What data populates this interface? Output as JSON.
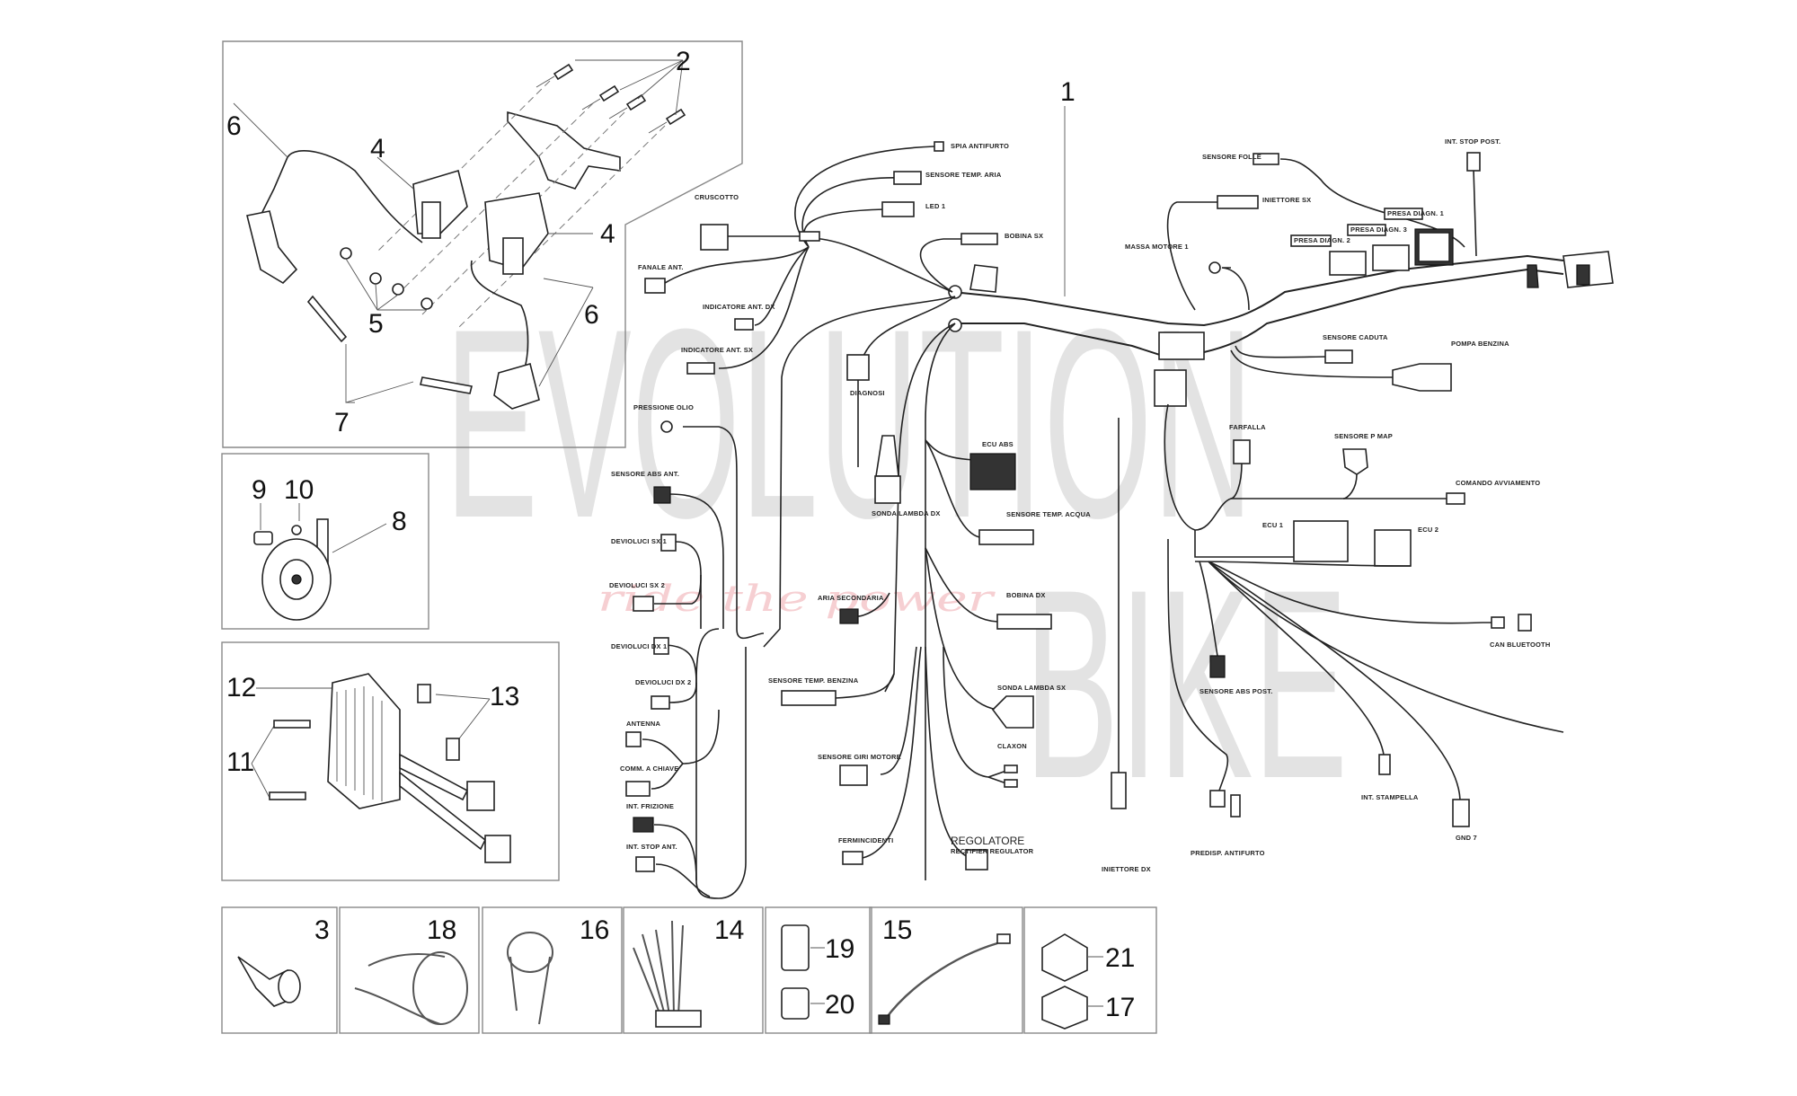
{
  "watermark": {
    "brand_line1": "EVOLUTION",
    "brand_line2": "BIKE",
    "tagline": "ride the power",
    "colors": {
      "brand": "#e3e3e3",
      "tagline": "#f6cfd2"
    }
  },
  "callouts": {
    "c1": "1",
    "c2": "2",
    "c3": "3",
    "c4a": "4",
    "c4b": "4",
    "c5": "5",
    "c6a": "6",
    "c6b": "6",
    "c7": "7",
    "c8": "8",
    "c9": "9",
    "c10": "10",
    "c11": "11",
    "c12": "12",
    "c13": "13",
    "c14": "14",
    "c15": "15",
    "c16": "16",
    "c17": "17",
    "c18": "18",
    "c19": "19",
    "c20": "20",
    "c21": "21"
  },
  "connector_labels": {
    "spia_antifurto": "SPIA ANTIFURTO",
    "sensore_temp_aria": "SENSORE TEMP. ARIA",
    "led_1": "LED 1",
    "bobina_sx": "BOBINA SX",
    "cruscotto": "CRUSCOTTO",
    "fanale_ant": "FANALE ANT.",
    "indicatore_ant_dx": "INDICATORE ANT. DX",
    "indicatore_ant_sx": "INDICATORE ANT. SX",
    "pressione_olio": "PRESSIONE OLIO",
    "sensore_abs_ant": "SENSORE ABS ANT.",
    "devioluci_sx_1": "DEVIOLUCI SX 1",
    "devioluci_sx_2": "DEVIOLUCI SX 2",
    "devioluci_dx_1": "DEVIOLUCI DX 1",
    "devioluci_dx_2": "DEVIOLUCI DX 2",
    "antenna": "ANTENNA",
    "comm_a_chiave": "COMM. A CHIAVE",
    "int_frizione": "INT. FRIZIONE",
    "int_stop_ant": "INT. STOP ANT.",
    "diagnosi": "DIAGNOSI",
    "sonda_lambda_dx": "SONDA LAMBDA DX",
    "ecu_abs": "ECU ABS",
    "sensore_temp_acqua": "SENSORE TEMP. ACQUA",
    "aria_secondaria": "ARIA SECONDARIA",
    "bobina_dx": "BOBINA DX",
    "sensore_temp_benzina": "SENSORE TEMP. BENZINA",
    "sonda_lambda_sx": "SONDA LAMBDA SX",
    "sensore_giri_motore": "SENSORE GIRI MOTORE",
    "claxon": "CLAXON",
    "ferminciden": "FERMINCIDENTI",
    "regolatore": "REGOLATORE",
    "regolatore_sub": "RECTIFIER REGULATOR",
    "sensore_folle": "SENSORE FOLLE",
    "iniettore_sx": "INIETTORE SX",
    "massa_motore_1": "MASSA MOTORE 1",
    "fusibili_2": "PRESA DIAGN. 2",
    "fusibili_3": "PRESA DIAGN. 3",
    "fusibili_1": "PRESA DIAGN. 1",
    "int_stop_post": "INT. STOP POST.",
    "sensore_caduta": "SENSORE CADUTA",
    "pompa_benzina": "POMPA BENZINA",
    "farfalla": "FARFALLA",
    "sensore_p_map": "SENSORE P MAP",
    "comando_avviamento": "COMANDO AVVIAMENTO",
    "ecu_1": "ECU 1",
    "ecu_2": "ECU 2",
    "can_bluetooth": "CAN BLUETOOTH",
    "sensore_abs_post": "SENSORE ABS POST.",
    "int_stampella": "INT. STAMPELLA",
    "gnd_7": "GND 7",
    "predisp_antifurto": "PREDISP. ANTIFURTO",
    "iniettore_dx": "INIETTORE DX"
  }
}
